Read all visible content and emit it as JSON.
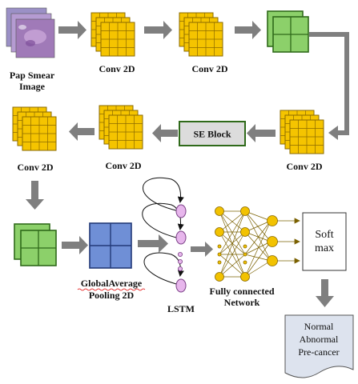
{
  "input": {
    "label_line1": "Pap Smear",
    "label_line2": "Image"
  },
  "blocks": {
    "conv1": "Conv 2D",
    "conv2": "Conv 2D",
    "conv3": "Conv 2D",
    "se_block": "SE Block",
    "conv4": "Conv 2D",
    "conv5": "Conv 2D",
    "gap_line1": "GlobalAverage",
    "gap_line2": "Pooling 2D",
    "lstm": "LSTM",
    "fc_line1": "Fully connected",
    "fc_line2": "Network",
    "softmax_line1": "Soft",
    "softmax_line2": "max"
  },
  "output": {
    "line1": "Normal",
    "line2": "Abnormal",
    "line3": "Pre-cancer"
  },
  "colors": {
    "conv_fill": "#f5c400",
    "conv_stroke": "#8a6a00",
    "feature_fill": "#8cd06a",
    "feature_stroke": "#2f6a1a",
    "pool_fill": "#6f8fd6",
    "pool_stroke": "#233a78",
    "arrow": "#7f7f7f",
    "lstm_node": "#e7b6ec",
    "fc_node": "#f2c200",
    "se_fill": "#dcdcdc"
  }
}
